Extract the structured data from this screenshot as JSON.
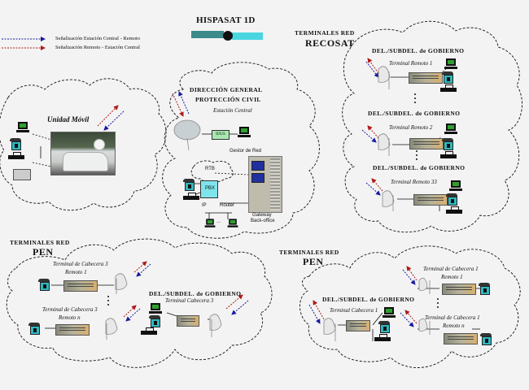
{
  "title": "HISPASAT 1D",
  "legend": [
    {
      "label": "Señalización Estación Central - Remoto",
      "color": "#1a1aa0"
    },
    {
      "label": "Señalización Remoto - Estación Central",
      "color": "#b01818"
    }
  ],
  "colors": {
    "background": "#f3f3f3",
    "signal_central_to_remote": "#1a1aa0",
    "signal_remote_to_central": "#b01818",
    "cloud_border": "#111111"
  },
  "central": {
    "title_line1": "DIRECCIÓN GENERAL",
    "title_line2": "PROTECCIÓN CIVIL",
    "subtitle": "Estación Central",
    "ids_label": "IDUS",
    "network_manager": "Gestor de Red",
    "rtb": "RTB",
    "pbx": "PBX",
    "ip": "IP",
    "router": "Router",
    "gateway_line1": "Gateway",
    "gateway_line2": "Back-office",
    "dots": "..."
  },
  "mobile": {
    "title": "Unidad Móvil"
  },
  "recosat": {
    "title_line1": "TERMINALES RED",
    "title_line2": "RECOSAT",
    "sites": [
      {
        "name": "DEL./SUBDEL. de GOBIERNO",
        "terminal": "Terminal Remoto 1"
      },
      {
        "name": "DEL./SUBDEL. de GOBIERNO",
        "terminal": "Terminal Remoto 2"
      },
      {
        "name": "DEL./SUBDEL. de GOBIERNO",
        "terminal": "Terminal Remoto 33"
      }
    ]
  },
  "pen_left": {
    "title_line1": "TERMINALES RED",
    "title_line2": "PEN",
    "remote1_line1": "Terminal de Cabecera 3",
    "remote1_line2": "Remoto 1",
    "remote2_line1": "Terminal de Cabecera 3",
    "remote2_line2": "Remoto n",
    "site_name": "DEL./SUBDEL. de GOBIERNO",
    "site_terminal": "Terminal Cabecera 3"
  },
  "pen_right": {
    "title_line1": "TERMINALES RED",
    "title_line2": "PEN",
    "remote1_line1": "Terminal de Cabecera 1",
    "remote1_line2": "Remoto 1",
    "remote2_line1": "Terminal de Cabecera 1",
    "remote2_line2": "Remoto n",
    "site_name": "DEL./SUBDEL. de GOBIERNO",
    "site_terminal": "Terminal Cabecera 1"
  }
}
